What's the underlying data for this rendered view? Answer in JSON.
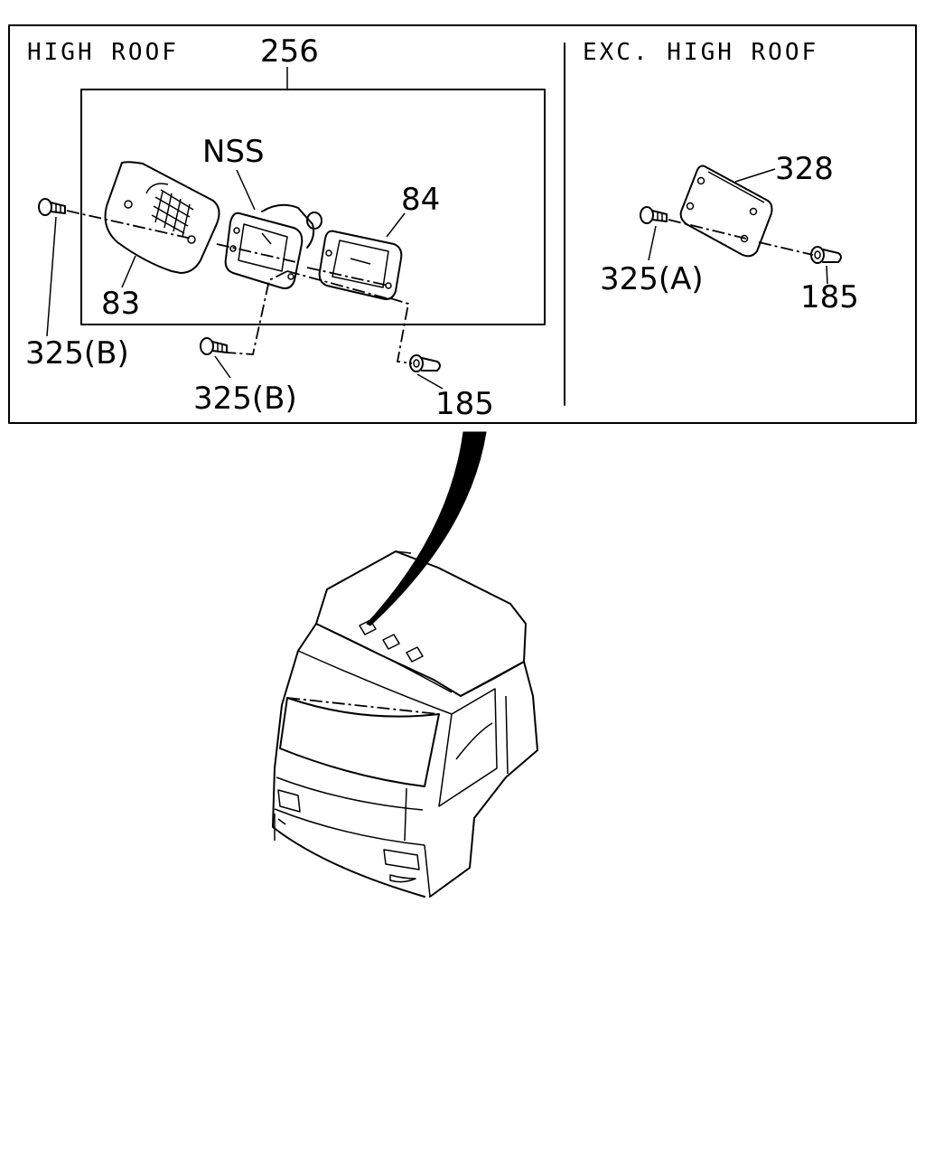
{
  "sections": {
    "left_title": "HIGH ROOF",
    "right_title": "EXC. HIGH ROOF"
  },
  "callouts": {
    "assembly_256": "256",
    "nss": "NSS",
    "part_83": "83",
    "part_84": "84",
    "screw_325b_top": "325(B)",
    "screw_325b_bottom": "325(B)",
    "clip_185_left": "185",
    "part_328": "328",
    "screw_325a": "325(A)",
    "clip_185_right": "185"
  }
}
